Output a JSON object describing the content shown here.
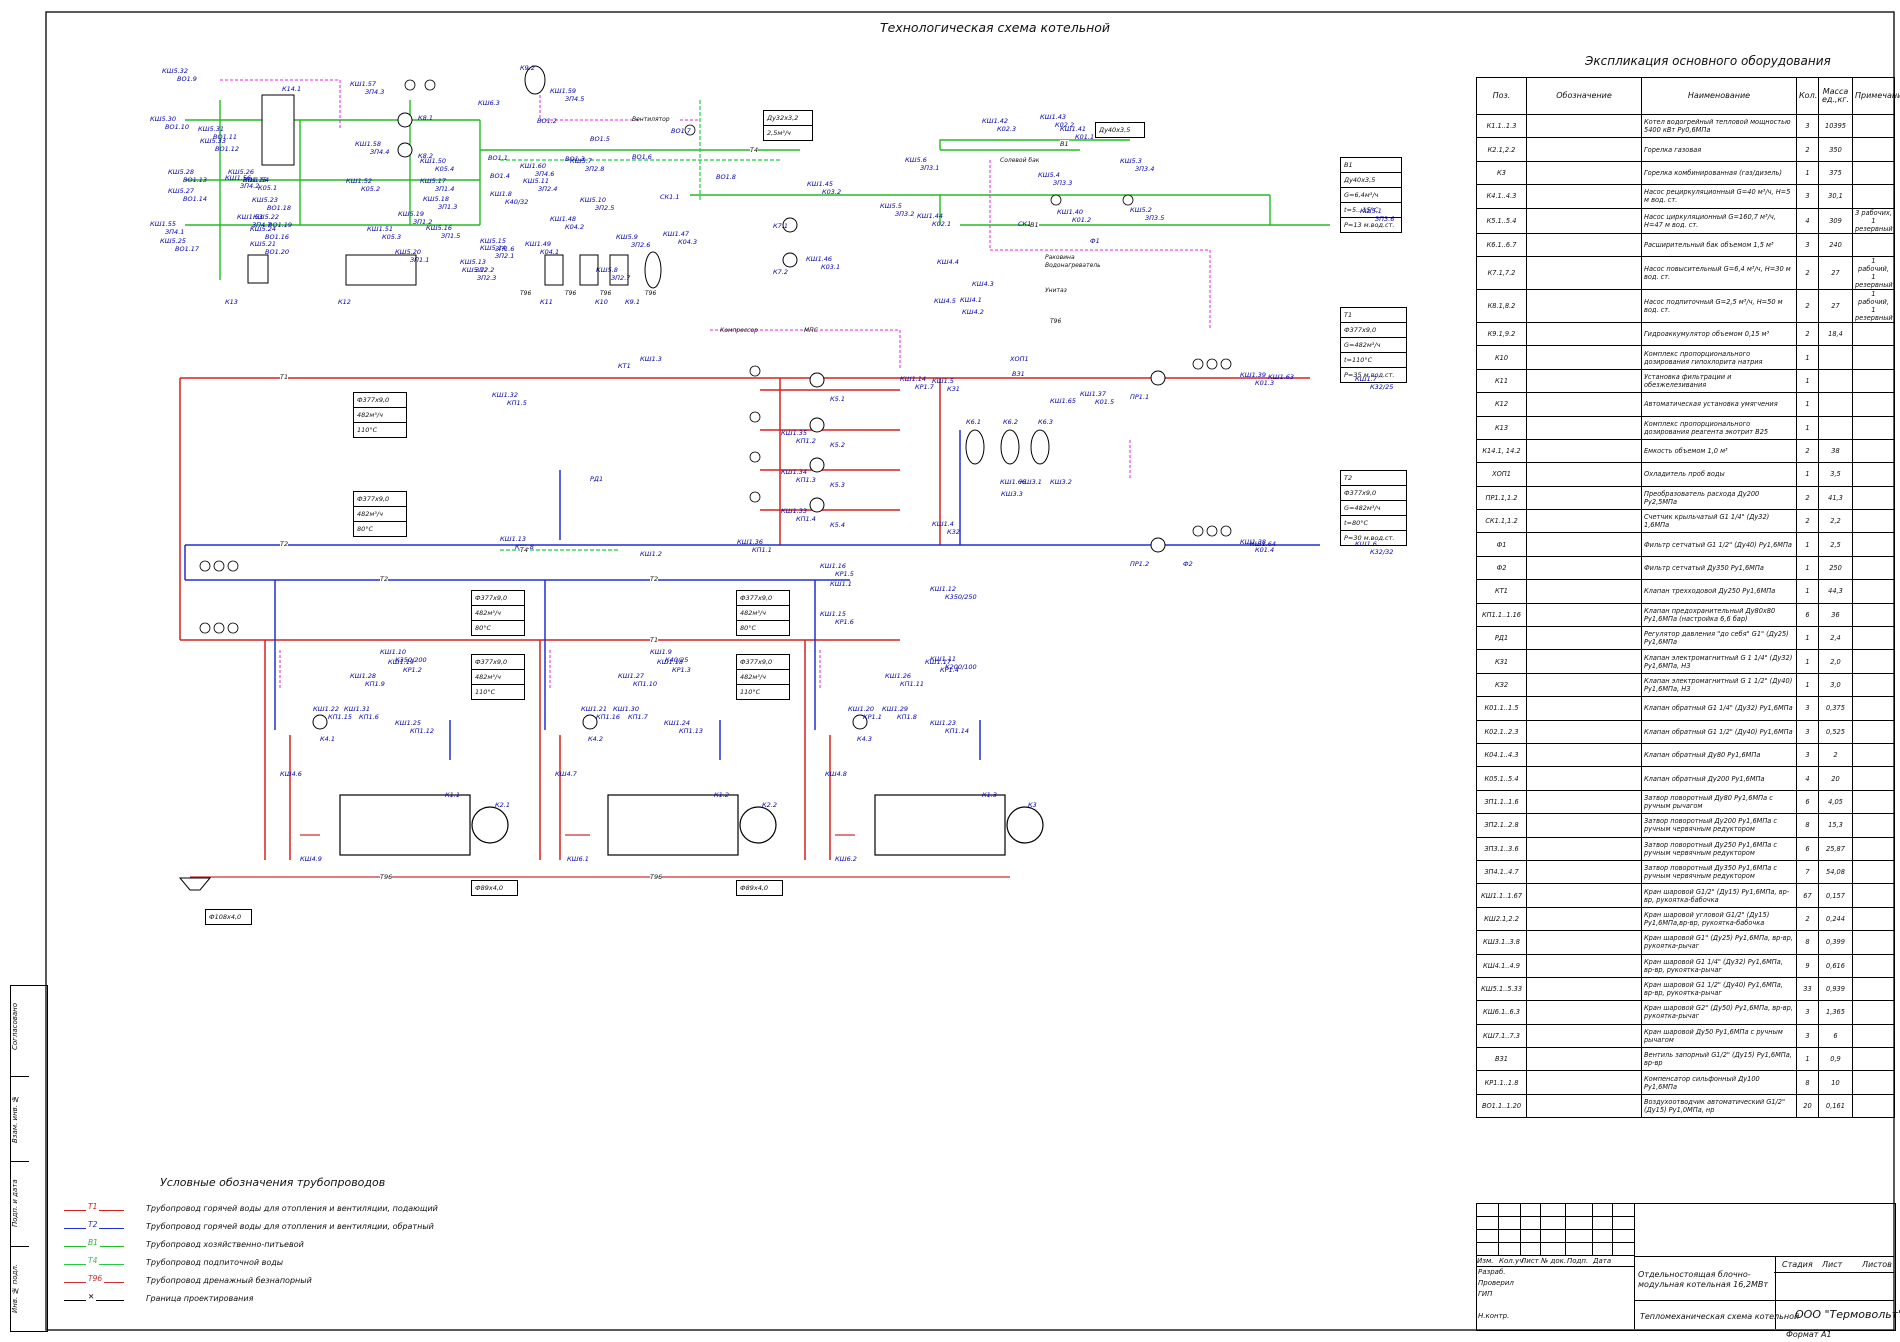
{
  "diagram": {
    "title": "Технологическая схема котельной",
    "pipe_labels": [
      "Т1",
      "Т2",
      "В1",
      "Т4",
      "Т96"
    ],
    "equipment_labels": [
      "К1.1",
      "К1.2",
      "К1.3",
      "К2.1",
      "К2.2",
      "К3",
      "К6.1",
      "К6.2",
      "К6.3",
      "К9.1",
      "К9.2",
      "К10",
      "К11",
      "К12",
      "К13",
      "К14.1",
      "КТ1",
      "ПР1.1",
      "ПР1.2",
      "Ф1",
      "Ф2",
      "ХОП1",
      "ВЗ1",
      "СК1.1",
      "СК1.2",
      "РД1",
      "К5.1",
      "К5.2",
      "К5.3",
      "К5.4",
      "К8.1",
      "К8.2",
      "К7.1",
      "К7.2",
      "К4.1",
      "К4.2",
      "К4.3"
    ],
    "valve_labels": [
      "КШ5.32",
      "КШ5.30",
      "КШ5.31",
      "КШ5.33",
      "КШ5.28",
      "КШ5.27",
      "КШ5.26",
      "КШ5.24",
      "КШ5.25",
      "КШ5.23",
      "КШ5.22",
      "КШ5.21",
      "КШ5.20",
      "КШ5.19",
      "КШ5.18",
      "КШ5.17",
      "КШ5.16",
      "КШ5.15",
      "КШ5.14",
      "КШ5.13",
      "КШ5.12",
      "КШ5.11",
      "КШ5.10",
      "КШ5.9",
      "КШ5.8",
      "КШ5.7",
      "КШ5.6",
      "КШ5.5",
      "КШ5.4",
      "КШ5.3",
      "КШ5.2",
      "КШ5.1",
      "КШ1.55",
      "КШ1.56",
      "КШ1.57",
      "КШ1.58",
      "КШ1.59",
      "КШ1.60",
      "КШ1.53",
      "КШ1.54",
      "КШ1.52",
      "КШ1.51",
      "КШ1.50",
      "КШ1.49",
      "КШ1.48",
      "КШ1.47",
      "КШ1.46",
      "КШ1.45",
      "КШ1.44",
      "КШ1.43",
      "КШ1.42",
      "КШ1.41",
      "КШ1.40",
      "КШ1.39",
      "КШ1.38",
      "КШ1.37",
      "КШ1.36",
      "КШ1.35",
      "КШ1.34",
      "КШ1.33",
      "КШ1.32",
      "КШ1.31",
      "КШ1.30",
      "КШ1.29",
      "КШ1.28",
      "КШ1.27",
      "КШ1.26",
      "КШ1.25",
      "КШ1.24",
      "КШ1.23",
      "КШ1.22",
      "КШ1.21",
      "КШ1.20",
      "КШ1.19",
      "КШ1.18",
      "КШ1.17",
      "КШ1.16",
      "КШ1.15",
      "КШ1.14",
      "КШ1.13",
      "КШ1.12",
      "КШ1.11",
      "КШ1.10",
      "КШ1.9",
      "КШ1.8",
      "КШ1.7",
      "КШ1.6",
      "КШ1.5",
      "КШ1.4",
      "КШ1.3",
      "КШ1.2",
      "КШ1.1",
      "КШ1.63",
      "КШ1.64",
      "КШ1.65",
      "КШ1.66",
      "КШ3.1",
      "КШ3.2",
      "КШ3.3",
      "КШ4.1",
      "КШ4.2",
      "КШ4.3",
      "КШ4.4",
      "КШ4.5",
      "КШ4.6",
      "КШ4.7",
      "КШ4.8",
      "КШ4.9",
      "КШ6.1",
      "КШ6.2",
      "КШ6.3",
      "ВО1.1",
      "ВО1.2",
      "ВО1.3",
      "ВО1.4",
      "ВО1.5",
      "ВО1.6",
      "ВО1.7",
      "ВО1.8",
      "ВО1.9",
      "ВО1.10",
      "ВО1.11",
      "ВО1.12",
      "ВО1.13",
      "ВО1.14",
      "ВО1.15",
      "ВО1.16",
      "ВО1.17",
      "ВО1.18",
      "ВО1.19",
      "ВО1.20",
      "ЗП1.1",
      "ЗП1.2",
      "ЗП1.3",
      "ЗП1.4",
      "ЗП1.5",
      "ЗП1.6",
      "ЗП2.1",
      "ЗП2.2",
      "ЗП2.3",
      "ЗП2.4",
      "ЗП2.5",
      "ЗП2.6",
      "ЗП2.7",
      "ЗП2.8",
      "ЗП3.1",
      "ЗП3.2",
      "ЗП3.3",
      "ЗП3.4",
      "ЗП3.5",
      "ЗП3.6",
      "ЗП4.1",
      "ЗП4.2",
      "ЗП4.3",
      "ЗП4.4",
      "ЗП4.5",
      "ЗП4.6",
      "ЗП4.7",
      "К05.1",
      "К05.2",
      "К05.3",
      "К05.4",
      "К04.1",
      "К04.2",
      "К04.3",
      "К03.1",
      "К03.2",
      "К02.1",
      "К02.2",
      "К02.3",
      "К01.1",
      "К01.2",
      "К01.3",
      "К01.4",
      "К01.5",
      "КП1.1",
      "КП1.2",
      "КП1.3",
      "КП1.4",
      "КП1.5",
      "КП1.6",
      "КП1.7",
      "КП1.8",
      "КП1.9",
      "КП1.10",
      "КП1.11",
      "КП1.12",
      "КП1.13",
      "КП1.14",
      "КП1.15",
      "КП1.16",
      "КР1.1",
      "КР1.2",
      "КР1.3",
      "КР1.4",
      "КР1.5",
      "КР1.6",
      "КР1.7",
      "КР1.8",
      "К350/250",
      "К200/100",
      "К350/200",
      "К40/25",
      "К40/32",
      "К32/25",
      "К32/32",
      "КЗ1",
      "КЗ2"
    ],
    "info_boxes": {
      "b1": [
        "В1",
        "Ду40х3,5",
        "G=6,4м³/ч",
        "t=5...15°С",
        "P=13 м.вод.ст."
      ],
      "t1": [
        "Т1",
        "Ф377х9,0",
        "G=482м³/ч",
        "t=110°С",
        "P=35 м.вод.ст."
      ],
      "t2": [
        "Т2",
        "Ф377х9,0",
        "G=482м³/ч",
        "t=80°С",
        "P=30 м.вод.ст."
      ],
      "t96": [
        "Ф108х4,0"
      ],
      "pipe_a": [
        "Ф377х9,0",
        "482м³/ч",
        "110°С"
      ],
      "pipe_b": [
        "Ф377х9,0",
        "482м³/ч",
        "80°С"
      ],
      "pipe_c": [
        "Ф377х9,0",
        "482м³/ч",
        "80°С"
      ],
      "pipe_d": [
        "Ф377х9,0",
        "482м³/ч",
        "110°С"
      ],
      "pipe_e": [
        "Ф377х9,0",
        "482м³/ч",
        "80°С"
      ],
      "pipe_f": [
        "Ф377х9,0",
        "482м³/ч",
        "110°С"
      ],
      "pipe_g": [
        "Ф89х4,0"
      ],
      "pipe_h": [
        "Ф89х4,0"
      ],
      "pipe_i": [
        "Ду32х3,2",
        "2,5м³/ч"
      ],
      "pipe_j": [
        "Ду40х3,5"
      ]
    },
    "small_labels": [
      "Вентилятор",
      "Водонагреватель",
      "Раковина",
      "Унитаз",
      "Солевой бак",
      "Компрессор",
      "МПС",
      "Т96",
      "Т96",
      "Т96",
      "Т96",
      "Т96"
    ]
  },
  "spec": {
    "title": "Экспликация основного оборудования",
    "columns": [
      "Поз.",
      "Обозначение",
      "Наименование",
      "Кол.",
      "Масса ед.,кг.",
      "Примечание"
    ],
    "rows": [
      [
        "К1.1..1.3",
        "",
        "Котел водогрейный тепловой мощностью 5400 кВт Ру0,6МПа",
        "3",
        "10395",
        ""
      ],
      [
        "К2.1,2.2",
        "",
        "Горелка газовая",
        "2",
        "350",
        ""
      ],
      [
        "К3",
        "",
        "Горелка комбинированная (газ/дизель)",
        "1",
        "375",
        ""
      ],
      [
        "К4.1..4.3",
        "",
        "Насос рециркуляционный G=40 м³/ч, H=5 м вод. ст.",
        "3",
        "30,1",
        ""
      ],
      [
        "К5.1..5.4",
        "",
        "Насос циркуляционный G=160,7 м³/ч, H=47 м вод. ст.",
        "4",
        "309",
        "3 рабочих, 1 резервный"
      ],
      [
        "К6.1..6.7",
        "",
        "Расширительный бак объемом 1,5 м³",
        "3",
        "240",
        ""
      ],
      [
        "К7.1,7.2",
        "",
        "Насос повысительный G=6,4 м³/ч, H=30 м вод. ст.",
        "2",
        "27",
        "1 рабочий, 1 резервный"
      ],
      [
        "К8.1,8.2",
        "",
        "Насос подпиточный G=2,5 м³/ч, H=50 м вод. ст.",
        "2",
        "27",
        "1 рабочий, 1 резервный"
      ],
      [
        "К9.1,9.2",
        "",
        "Гидроаккумулятор объемом 0,15 м³",
        "2",
        "18,4",
        ""
      ],
      [
        "К10",
        "",
        "Комплекс пропорционального дозирования гипохлорита натрия",
        "1",
        "",
        ""
      ],
      [
        "К11",
        "",
        "Установка фильтрации и обезжелезивания",
        "1",
        "",
        ""
      ],
      [
        "К12",
        "",
        "Автоматическая установка умягчения",
        "1",
        "",
        ""
      ],
      [
        "К13",
        "",
        "Комплекс пропорционального дозирования реагента экотрит В25",
        "1",
        "",
        ""
      ],
      [
        "К14.1, 14.2",
        "",
        "Емкость объемом 1,0 м³",
        "2",
        "38",
        ""
      ],
      [
        "ХОП1",
        "",
        "Охладитель проб воды",
        "1",
        "3,5",
        ""
      ],
      [
        "ПР1.1,1.2",
        "",
        "Преобразователь расхода Ду200 Ру2,5МПа",
        "2",
        "41,3",
        ""
      ],
      [
        "СК1.1,1.2",
        "",
        "Счетчик крыльчатый G1 1/4\" (Ду32) 1,6МПа",
        "2",
        "2,2",
        ""
      ],
      [
        "Ф1",
        "",
        "Фильтр сетчатый G1 1/2\" (Ду40) Ру1,6МПа",
        "1",
        "2,5",
        ""
      ],
      [
        "Ф2",
        "",
        "Фильтр сетчатый Ду350 Ру1,6МПа",
        "1",
        "250",
        ""
      ],
      [
        "КТ1",
        "",
        "Клапан трехходовой Ду250 Ру1,6МПа",
        "1",
        "44,3",
        ""
      ],
      [
        "КП1.1..1.16",
        "",
        "Клапан предохранительный Ду80х80 Ру1,6МПа (настройка 6,6 бар)",
        "6",
        "36",
        ""
      ],
      [
        "РД1",
        "",
        "Регулятор давления \"до себя\" G1\" (Ду25) Ру1,6МПа",
        "1",
        "2,4",
        ""
      ],
      [
        "КЗ1",
        "",
        "Клапан электромагнитный G 1 1/4\" (Ду32) Ру1,6МПа, НЗ",
        "1",
        "2,0",
        ""
      ],
      [
        "КЗ2",
        "",
        "Клапан электромагнитный G 1 1/2\" (Ду40) Ру1,6МПа, НЗ",
        "1",
        "3,0",
        ""
      ],
      [
        "К01.1..1.5",
        "",
        "Клапан обратный G1 1/4\" (Ду32) Ру1,6МПа",
        "3",
        "0,375",
        ""
      ],
      [
        "К02.1..2.3",
        "",
        "Клапан обратный G1 1/2\" (Ду40) Ру1,6МПа",
        "3",
        "0,525",
        ""
      ],
      [
        "К04.1..4.3",
        "",
        "Клапан обратный Ду80 Ру1,6МПа",
        "3",
        "2",
        ""
      ],
      [
        "К05.1..5.4",
        "",
        "Клапан обратный Ду200 Ру1,6МПа",
        "4",
        "20",
        ""
      ],
      [
        "ЗП1.1..1.6",
        "",
        "Затвор поворотный Ду80 Ру1,6МПа с ручным рычагом",
        "6",
        "4,05",
        ""
      ],
      [
        "ЗП2.1..2.8",
        "",
        "Затвор поворотный Ду200 Ру1,6МПа с ручным червячным редуктором",
        "8",
        "15,3",
        ""
      ],
      [
        "ЗП3.1..3.6",
        "",
        "Затвор поворотный Ду250 Ру1,6МПа с ручным червячным редуктором",
        "6",
        "25,87",
        ""
      ],
      [
        "ЗП4.1..4.7",
        "",
        "Затвор поворотный Ду350 Ру1,6МПа с ручным червячным редуктором",
        "7",
        "54,08",
        ""
      ],
      [
        "КШ1.1..1.67",
        "",
        "Кран шаровой G1/2\" (Ду15) Ру1,6МПа, вр-вр, рукоятка-бабочка",
        "67",
        "0,157",
        ""
      ],
      [
        "КШ2.1,2.2",
        "",
        "Кран шаровой угловой G1/2\" (Ду15) Ру1,6МПа,вр-вр, рукоятка-бабочка",
        "2",
        "0,244",
        ""
      ],
      [
        "КШ3.1..3.8",
        "",
        "Кран шаровой G1\" (Ду25) Ру1,6МПа, вр-вр, рукоятка-рычаг",
        "8",
        "0,399",
        ""
      ],
      [
        "КШ4.1..4.9",
        "",
        "Кран шаровой G1 1/4\" (Ду32) Ру1,6МПа, вр-вр, рукоятка-рычаг",
        "9",
        "0,616",
        ""
      ],
      [
        "КШ5.1..5.33",
        "",
        "Кран шаровой G1 1/2\" (Ду40) Ру1,6МПа, вр-вр, рукоятка-рычаг",
        "33",
        "0,939",
        ""
      ],
      [
        "КШ6.1..6.3",
        "",
        "Кран шаровой G2\" (Ду50) Ру1,6МПа, вр-вр, рукоятка-рычаг",
        "3",
        "1,365",
        ""
      ],
      [
        "КШ7.1..7.3",
        "",
        "Кран шаровой Ду50 Ру1,6МПа с ручным рычагом",
        "3",
        "6",
        ""
      ],
      [
        "ВЗ1",
        "",
        "Вентиль запорный G1/2\" (Ду15) Ру1,6МПа, вр-вр",
        "1",
        "0,9",
        ""
      ],
      [
        "КР1.1..1.8",
        "",
        "Компенсатор сильфонный Ду100 Ру1,6МПа",
        "8",
        "10",
        ""
      ],
      [
        "ВО1.1..1.20",
        "",
        "Воздухоотводчик автоматический G1/2\" (Ду15) Ру1,0МПа, нр",
        "20",
        "0,161",
        ""
      ]
    ]
  },
  "legend": {
    "title": "Условные обозначения трубопроводов",
    "items": [
      {
        "code": "Т1",
        "text": "Трубопровод горячей воды для отопления и вентиляции, подающий",
        "color": "#d62020"
      },
      {
        "code": "Т2",
        "text": "Трубопровод горячей воды для отопления и вентиляции, обратный",
        "color": "#2030d0"
      },
      {
        "code": "В1",
        "text": "Трубопровод хозяйственно-питьевой",
        "color": "#22bb22"
      },
      {
        "code": "Т4",
        "text": "Трубопровод подпиточной воды",
        "color": "#22cc44"
      },
      {
        "code": "Т96",
        "text": "Трубопровод дренажный безнапорный",
        "color": "#c83030"
      },
      {
        "code": "",
        "text": "Граница проектирования",
        "color": "#000000"
      }
    ]
  },
  "margin": {
    "labels": [
      "Инв. № подл.",
      "Подп. и дата",
      "Взам. инв. №",
      "Согласовано"
    ]
  },
  "title_block": {
    "header": [
      "Изм.",
      "Кол.уч",
      "Лист",
      "№ док.",
      "Подп.",
      "Дата"
    ],
    "roles": [
      "Разраб.",
      "Проверил",
      "ГИП",
      "",
      "Н.контр."
    ],
    "object": "Отдельностоящая блочно-модульная котельная 16,2МВт",
    "drawing": "Тепломеханическая схема котельной",
    "stage_header": [
      "Стадия",
      "Лист",
      "Листов"
    ],
    "company": "ООО \"Термовольт\"",
    "format": "Формат А1"
  }
}
